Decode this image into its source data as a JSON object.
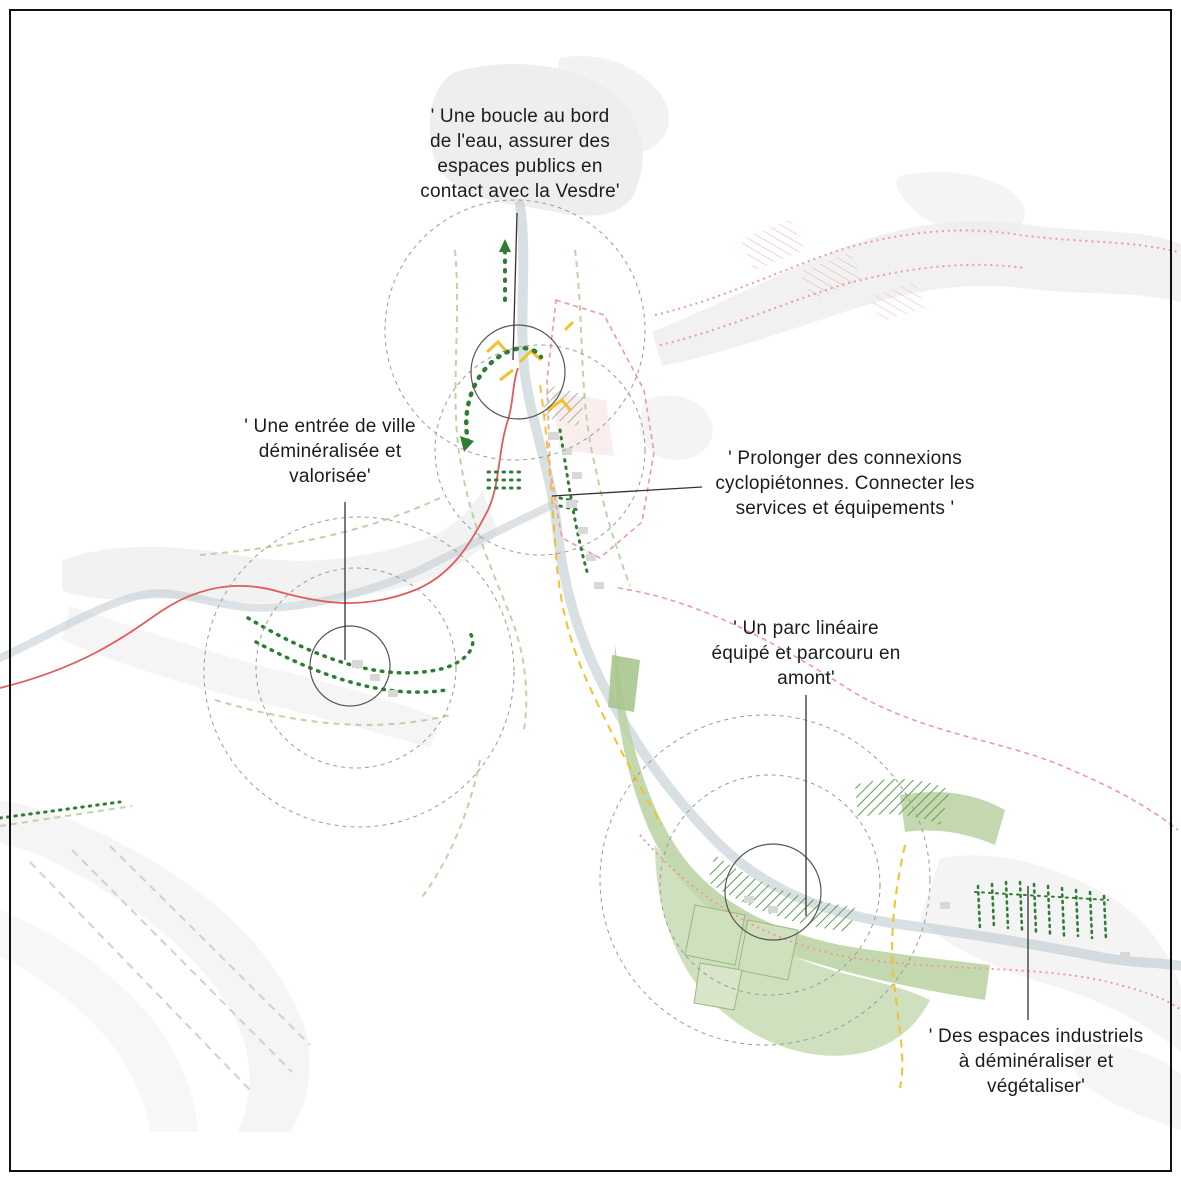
{
  "figure": {
    "kind": "annotated-masterplan-map",
    "subject": "Vesdre river valley design strategy diagram",
    "background": "#ffffff"
  },
  "palette": {
    "context_gray": "#ececec",
    "river_blue": "#b9c6ce",
    "green_fill": "#b9d1a0",
    "green_fill_light": "#cfe0bd",
    "green_dark_dots": "#2f7d32",
    "green_dash_light": "#b5cf9f",
    "pink_dash": "#ef9a9a",
    "red_route": "#e05b5b",
    "yellow_path": "#f2c12e",
    "circle_dash_gray": "#9a9a9a",
    "leader_line": "#333333",
    "text": "#1c1c1c"
  },
  "annotations": [
    {
      "id": "waterfront-loop",
      "text": "' Une boucle au bord\nde l'eau, assurer des\nespaces publics en\ncontact avec la Vesdre'"
    },
    {
      "id": "city-entrance",
      "text": "' Une entrée de ville\ndéminéralisée et\nvalorisée'"
    },
    {
      "id": "connections",
      "text": "' Prolonger des connexions\ncyclopiétonnes. Connecter les\nservices et équipements '"
    },
    {
      "id": "linear-park",
      "text": "' Un parc linéaire\néquipé et parcouru en\namont'"
    },
    {
      "id": "industrial-areas",
      "text": "' Des espaces industriels\nà déminéraliser et\nvégétaliser'"
    }
  ]
}
